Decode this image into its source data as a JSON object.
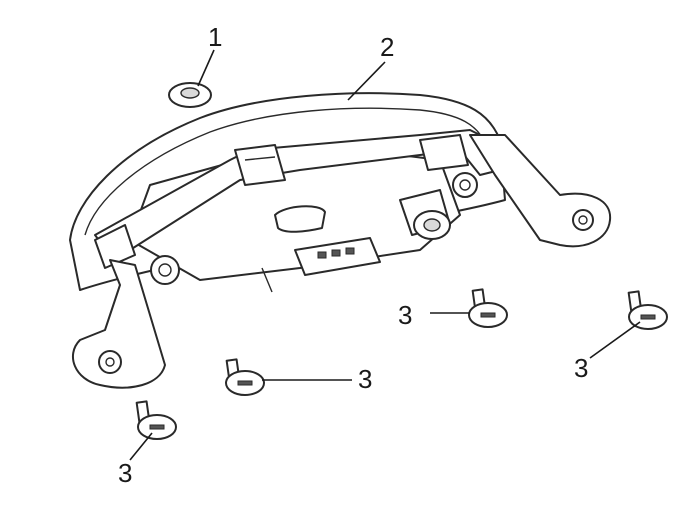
{
  "callouts": {
    "washer": "1",
    "housing": "2",
    "screw_a": "3",
    "screw_b": "3",
    "screw_c": "3",
    "screw_d": "3"
  }
}
